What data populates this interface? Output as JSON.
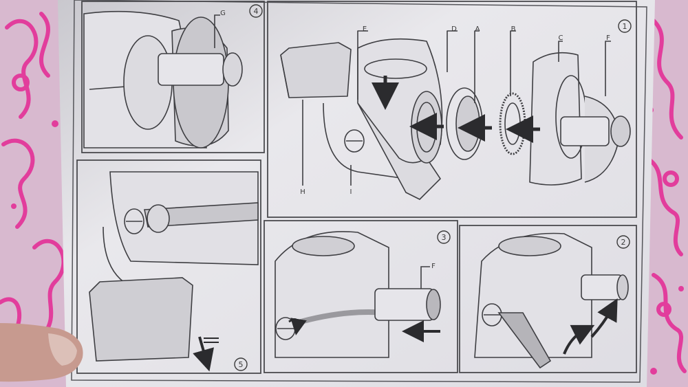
{
  "panels": {
    "p1": {
      "number": "1",
      "labels": [
        "E",
        "D",
        "A",
        "B",
        "C",
        "F",
        "I",
        "H"
      ]
    },
    "p2": {
      "number": "2"
    },
    "p3": {
      "number": "3",
      "label": "F"
    },
    "p4": {
      "number": "4",
      "label": "G"
    },
    "p5": {
      "number": "5"
    }
  },
  "colors": {
    "background": "#d8b9cf",
    "floral_pattern": "#e23d9c",
    "paper": "#ecebef",
    "line_art": "#3e3e42",
    "arrow": "#2b2b2e"
  }
}
